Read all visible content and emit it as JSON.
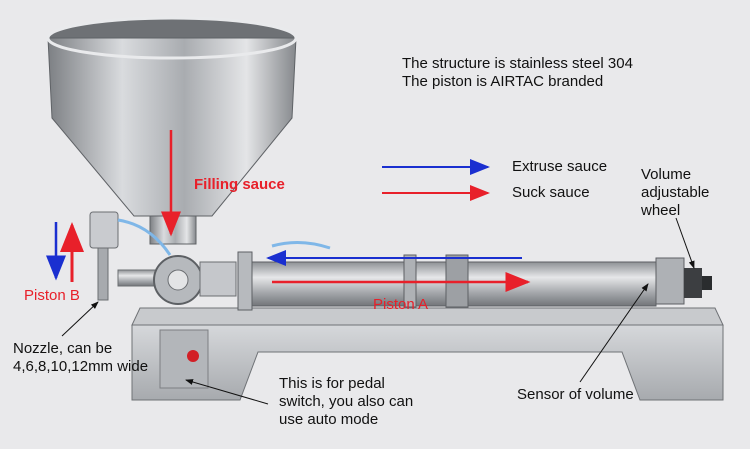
{
  "spec_lines": [
    "The structure is stainless steel 304",
    "The piston is AIRTAC branded"
  ],
  "legend": {
    "extrude": {
      "label": "Extruse sauce",
      "color": "#1a2fd0"
    },
    "suck": {
      "label": "Suck sauce",
      "color": "#e8202a"
    }
  },
  "labels": {
    "filling_sauce": "Filling sauce",
    "volume_wheel": [
      "Volume",
      "adjustable",
      "wheel"
    ],
    "piston_b": "Piston B",
    "piston_a": "Piston A",
    "nozzle": [
      "Nozzle, can be",
      "4,6,8,10,12mm wide"
    ],
    "pedal_switch": [
      "This is for pedal",
      "switch, you also can",
      "use auto mode"
    ],
    "sensor": "Sensor of volume"
  },
  "colors": {
    "accent_red": "#e8202a",
    "accent_blue": "#1a2fd0",
    "steel": "#b9bcc0"
  }
}
